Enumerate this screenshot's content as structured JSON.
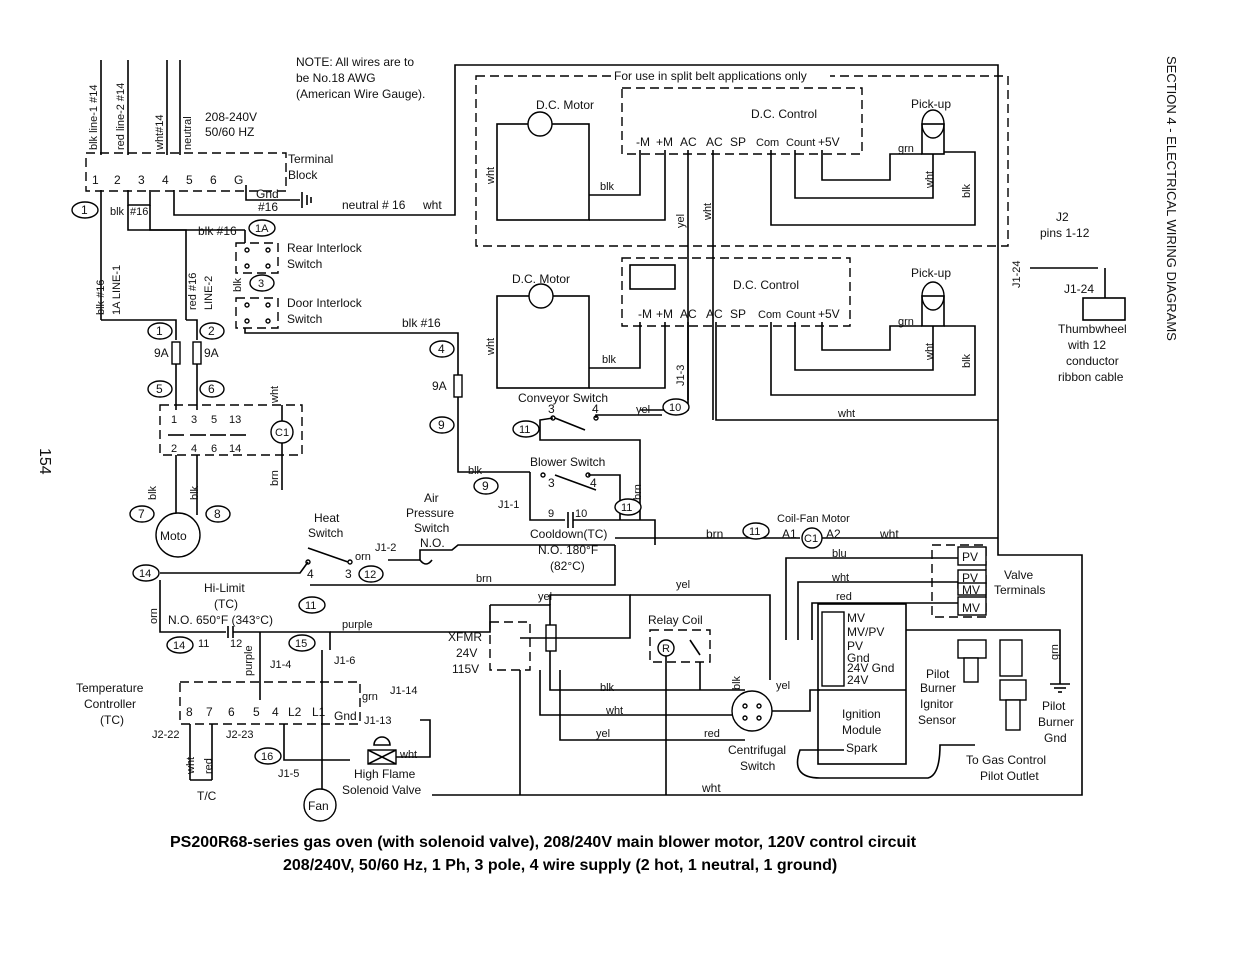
{
  "page_number": "154",
  "section_header": "SECTION 4 - ELECTRICAL WIRING DIAGRAMS",
  "note": [
    "NOTE: All wires are to",
    "be  No.18 AWG",
    "(American Wire Gauge)."
  ],
  "supply": {
    "voltage": "208-240V",
    "freq": "50/60 HZ",
    "wires": [
      "blk line-1 #14",
      "red line-2 #14",
      "wht#14",
      "neutral"
    ],
    "terminal_block": [
      "Terminal",
      "Block"
    ],
    "terminals": [
      "1",
      "2",
      "3",
      "4",
      "5",
      "6",
      "G"
    ],
    "gnd": "Gnd",
    "gnd16": "#16",
    "neutral16": "neutral # 16",
    "wht": "wht",
    "blk16": "blk #16"
  },
  "split_belt": {
    "label": "For use in split belt applications only",
    "dc_motor": "D.C. Motor",
    "dc_control": "D.C. Control",
    "pickup": "Pick-up",
    "terminals": [
      "-M",
      "+M",
      "AC",
      "AC",
      "SP",
      "Com",
      "Count",
      "+5V"
    ],
    "grn": "grn",
    "wht": "wht",
    "blk": "blk",
    "yel": "yel"
  },
  "main_belt": {
    "dc_motor": "D.C. Motor",
    "dc_control": "D.C. Control",
    "pickup": "Pick-up",
    "terminals": [
      "-M",
      "+M",
      "AC",
      "AC",
      "SP",
      "Com",
      "Count",
      "+5V"
    ],
    "grn": "grn",
    "wht": "wht",
    "blk": "blk"
  },
  "j2": {
    "label": "J2",
    "pins": "pins 1-12",
    "j1_24a": "J1-24",
    "j1_24b": "J1-24",
    "thumbwheel": [
      "Thumbwheel",
      "with 12",
      "conductor",
      "ribbon cable"
    ]
  },
  "interlocks": {
    "rear": [
      "Rear Interlock",
      "Switch"
    ],
    "door": [
      "Door Interlock",
      "Switch"
    ],
    "blk16": "blk #16",
    "blk": "blk",
    "c1a": "1A",
    "c3": "3"
  },
  "line_wires": {
    "left": [
      "blk  #16",
      "1A  LINE-1"
    ],
    "right": [
      "red  #16",
      "LINE-2"
    ],
    "fuse1": "9A",
    "fuse2": "9A",
    "fuse3": "9A"
  },
  "contactor": {
    "top": [
      "1",
      "3",
      "5",
      "13"
    ],
    "bottom": [
      "2",
      "4",
      "6",
      "14"
    ],
    "coil": "C1",
    "wht": "wht",
    "brn": "brn"
  },
  "motor": {
    "label": "Moto",
    "blk1": "blk",
    "blk2": "blk"
  },
  "circles": {
    "c1": "1",
    "c2": "2",
    "c4": "4",
    "c5": "5",
    "c6": "6",
    "c7": "7",
    "c8": "8",
    "c9a": "9",
    "c9b": "9",
    "c10": "10",
    "c11a": "11",
    "c11b": "11",
    "c11c": "11",
    "c11d": "11",
    "c12": "12",
    "c14a": "14",
    "c14b": "14",
    "c15": "15",
    "c16": "16",
    "c1b": "1"
  },
  "conveyor_switch": {
    "label": "Conveyor Switch",
    "pins": [
      "3",
      "4"
    ],
    "yel": "yel",
    "j1_3": "J1-3"
  },
  "blower_switch": {
    "label": "Blower Switch",
    "pins": [
      "3",
      "4"
    ],
    "blk": "blk",
    "brn": "brn",
    "j1_1": "J1-1",
    "pins2": [
      "9",
      "10"
    ]
  },
  "heat_switch": {
    "label": [
      "Heat",
      "Switch"
    ],
    "pins": [
      "4",
      "3"
    ],
    "orn": "orn",
    "j1_2": "J1-2"
  },
  "air_pressure": {
    "label": [
      "Air",
      "Pressure",
      "Switch",
      "N.O."
    ]
  },
  "cooldown": {
    "label": [
      "Cooldown(TC)",
      "N.O. 180°F",
      "(82°C)"
    ]
  },
  "coil_fan": {
    "label": "Coil-Fan Motor",
    "a1": "A1",
    "a2": "A2",
    "c1": "C1",
    "brn": "brn",
    "wht": "wht"
  },
  "hilimit": {
    "label": [
      "Hi-Limit",
      "(TC)",
      "N.O. 650°F (343°C)"
    ],
    "orn": "orn",
    "p11": "11",
    "p12": "12",
    "brn": "brn",
    "purple": "purple"
  },
  "temp_controller": {
    "label": [
      "Temperature",
      "Controller",
      "(TC)"
    ],
    "pins": [
      "8",
      "7",
      "6",
      "5",
      "4",
      "L2",
      "L1",
      "Gnd"
    ],
    "j1_4": "J1-4",
    "j1_6": "J1-6",
    "j1_14": "J1-14",
    "j1_13": "J1-13",
    "j1_5": "J1-5",
    "j2_22": "J2-22",
    "j2_23": "J2-23",
    "grn": "grn",
    "wht": "wht",
    "red": "red",
    "tc": "T/C",
    "purple": "purple"
  },
  "solenoid": {
    "label": [
      "High Flame",
      "Solenoid Valve"
    ],
    "wht": "wht"
  },
  "fan": "Fan",
  "xfmr": {
    "label": [
      "XFMR",
      "24V",
      "115V"
    ],
    "yel": "yel",
    "blk": "blk",
    "wht": "wht"
  },
  "relay": {
    "label": "Relay Coil",
    "r": "R",
    "yel": "yel",
    "blk": "blk"
  },
  "centrifugal": {
    "label": [
      "Centrifugal",
      "Switch"
    ],
    "yel": "yel",
    "red": "red"
  },
  "valve": {
    "terminals": [
      "PV",
      "PV",
      "MV",
      "MV"
    ],
    "label": [
      "Valve",
      "Terminals"
    ],
    "blu": "blu",
    "wht": "wht",
    "red": "red"
  },
  "ignition": {
    "pins": [
      "MV",
      "MV/PV",
      "PV",
      "Gnd",
      "24V Gnd",
      "24V"
    ],
    "label": [
      "Ignition",
      "Module"
    ],
    "spark": "Spark"
  },
  "pilot": {
    "igniter": [
      "Pilot",
      "Burner",
      "Ignitor",
      "Sensor"
    ],
    "gnd": [
      "Pilot",
      "Burner",
      "Gnd"
    ],
    "outlet": [
      "To Gas Control",
      "Pilot Outlet"
    ],
    "grn": "grn"
  },
  "bottom_wht": "wht",
  "caption": [
    "PS200R68-series gas oven (with solenoid valve), 208/240V main blower motor, 120V control circuit",
    "208/240V, 50/60 Hz, 1 Ph, 3 pole, 4 wire supply (2 hot, 1 neutral, 1 ground)"
  ]
}
